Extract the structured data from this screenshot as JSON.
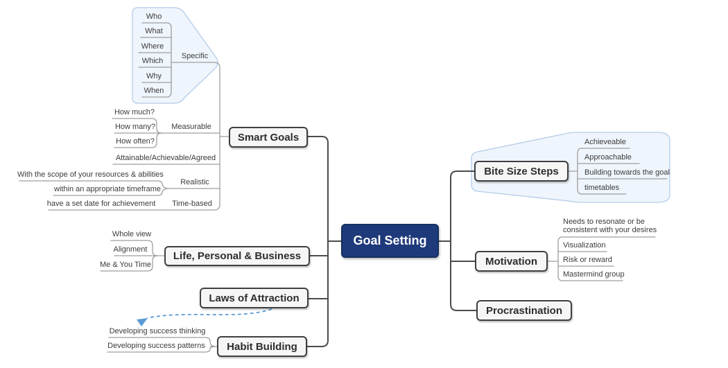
{
  "mindmap": {
    "root": {
      "label": "Goal Setting"
    },
    "left_branches": [
      {
        "label": "Smart Goals",
        "subtopics": [
          {
            "label": "Specific",
            "children": [
              {
                "label": "Who"
              },
              {
                "label": "What"
              },
              {
                "label": "Where"
              },
              {
                "label": "Which"
              },
              {
                "label": "Why"
              },
              {
                "label": "When"
              }
            ]
          },
          {
            "label": "Measurable",
            "children": [
              {
                "label": "How much?"
              },
              {
                "label": "How many?"
              },
              {
                "label": "How often?"
              }
            ]
          },
          {
            "label": "Attainable/Achievable/Agreed",
            "children": []
          },
          {
            "label": "Realistic",
            "children": [
              {
                "label": "With the scope of your resources & abilities"
              },
              {
                "label": "within an appropriate timeframe"
              }
            ]
          },
          {
            "label": "Time-based",
            "children": [
              {
                "label": "have a set date for achievement"
              }
            ]
          }
        ]
      },
      {
        "label": "Life, Personal & Business",
        "subtopics": [
          {
            "label": "Whole view"
          },
          {
            "label": "Alignment"
          },
          {
            "label": "Me & You Time"
          }
        ]
      },
      {
        "label": "Laws of Attraction",
        "subtopics": []
      },
      {
        "label": "Habit Building",
        "subtopics": [
          {
            "label": "Developing success thinking"
          },
          {
            "label": "Developing success patterns"
          }
        ]
      }
    ],
    "right_branches": [
      {
        "label": "Bite Size Steps",
        "subtopics": [
          {
            "label": "Achieveable"
          },
          {
            "label": "Approachable"
          },
          {
            "label": "Building towards the goal"
          },
          {
            "label": "timetables"
          }
        ]
      },
      {
        "label": "Motivation",
        "subtopics": [
          {
            "label": "Needs to resonate or be consistent with your desires"
          },
          {
            "label": "Visualization"
          },
          {
            "label": "Risk or reward"
          },
          {
            "label": "Mastermind group"
          }
        ]
      },
      {
        "label": "Procrastination",
        "subtopics": []
      }
    ],
    "relationship": {
      "from": "Laws of Attraction",
      "to": "Developing success thinking",
      "style": "dashed-arrow"
    },
    "colors": {
      "root_fill": "#1e3a7b",
      "root_text": "#ffffff",
      "topic_fill": "#f6f6f6",
      "topic_border": "#3f3f3f",
      "main_connector": "#4b4b4b",
      "leaf_connector": "#9e9e9e",
      "boundary_fill": "#eff5fc",
      "boundary_border": "#b3cbe8",
      "relationship_arrow": "#5b9bd5"
    }
  }
}
